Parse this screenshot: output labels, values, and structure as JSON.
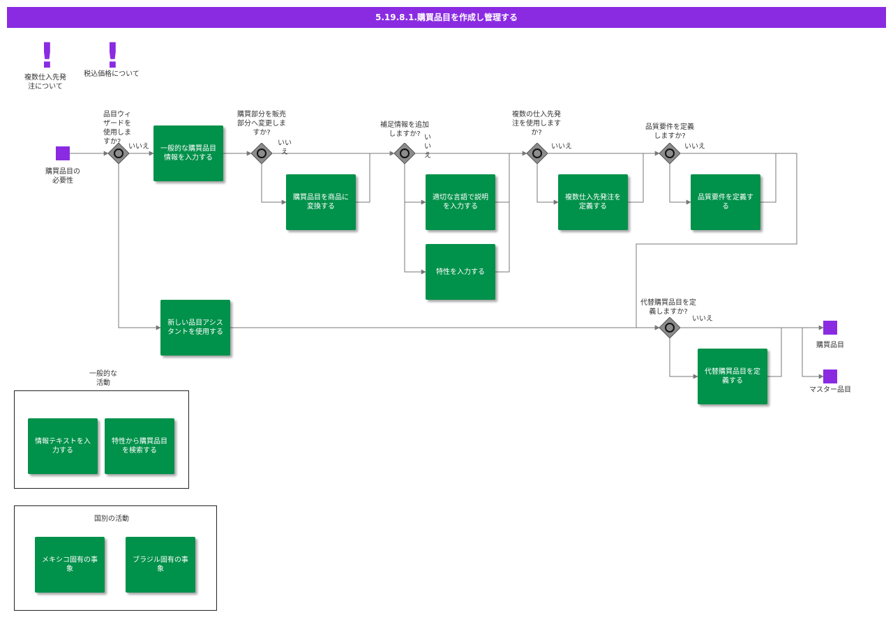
{
  "title": "5.19.8.1.購買品目を作成し管理する",
  "notes": [
    {
      "label": "複数仕入先発\n注について"
    },
    {
      "label": "税込価格について"
    }
  ],
  "start_event": {
    "label": "購買品目の\n必要性"
  },
  "gateways": {
    "g1": {
      "question": "品目ウィ\nザードを\n使用しま\nすか?",
      "no": "いいえ"
    },
    "g2": {
      "question": "購買部分を販売\n部分へ変更しま\nすか?",
      "no": "いい\nえ"
    },
    "g3": {
      "question": "補足情報を追加\nしますか?",
      "no": "い\nい\nえ"
    },
    "g4": {
      "question": "複数の仕入先発\n注を使用します\nか?",
      "no": "いいえ"
    },
    "g5": {
      "question": "品質要件を定義\nしますか?",
      "no": "いいえ"
    },
    "g6": {
      "question": "代替購買品目を定\n義しますか?",
      "no": "いいえ"
    }
  },
  "tasks": {
    "general_info": "一般的な購買品目\n情報を入力する",
    "convert": "購買品目を商品に\n変換する",
    "describe": "適切な言語で説明\nを入力する",
    "attributes": "特性を入力する",
    "multi_vendor": "複数仕入先発注を\n定義する",
    "quality": "品質要件を定義す\nる",
    "new_assistant": "新しい品目アシス\nタントを使用する",
    "alternate": "代替購買品目を定\n義する"
  },
  "end_events": [
    {
      "label": "購買品目"
    },
    {
      "label": "マスター品目"
    }
  ],
  "general_group": {
    "title": "一般的な\n活動",
    "tasks": [
      "情報テキストを入\n力する",
      "特性から購買品目\nを検索する"
    ]
  },
  "country_group": {
    "title": "国別の活動",
    "tasks": [
      "メキシコ固有の事\n象",
      "ブラジル固有の事\n象"
    ]
  },
  "colors": {
    "header": "#8a2be2",
    "task": "#00914a",
    "event": "#8a2be2",
    "gateway": "#8c8c8c",
    "edge": "#777777"
  }
}
